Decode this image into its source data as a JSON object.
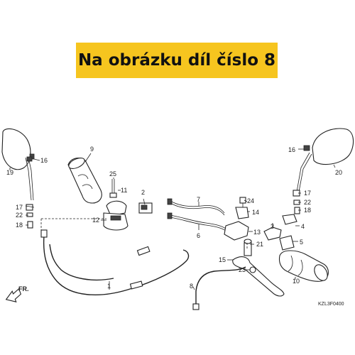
{
  "banner": {
    "text": "Na obrázku díl číslo 8",
    "color": "#f6c51f"
  },
  "diagram": {
    "code": "KZL3F0400",
    "direction_label": "FR.",
    "part_numbers": [
      "1",
      "2",
      "3",
      "4",
      "5",
      "6",
      "7",
      "8",
      "9",
      "10",
      "11",
      "12",
      "13",
      "14",
      "15",
      "16",
      "17",
      "18",
      "19",
      "20",
      "21",
      "22",
      "23",
      "24",
      "25"
    ]
  }
}
